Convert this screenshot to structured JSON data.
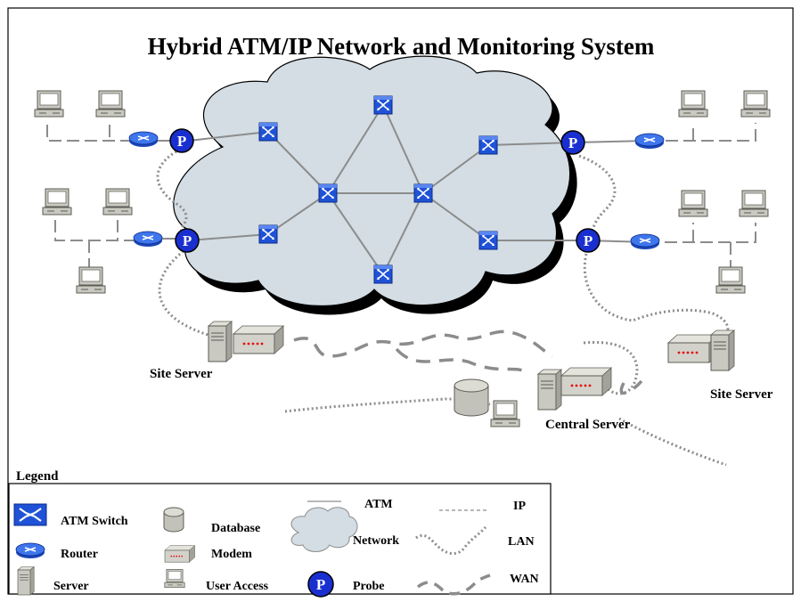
{
  "title": "Hybrid ATM/IP Network and Monitoring System",
  "labels": {
    "site_server_left": "Site Server",
    "site_server_right": "Site Server",
    "central_server": "Central Server",
    "probe_glyph": "P"
  },
  "legend": {
    "title": "Legend",
    "atm_switch": "ATM Switch",
    "router": "Router",
    "server": "Server",
    "database": "Database",
    "modem": "Modem",
    "user_access": "User Access",
    "network": "Network",
    "probe": "Probe",
    "atm": "ATM",
    "ip": "IP",
    "lan": "LAN",
    "wan": "WAN"
  },
  "colors": {
    "switch_blue": "#1f52d6",
    "probe_blue": "#1a2fd0",
    "cloud": "#d3dde3",
    "modem_red": "#e01010",
    "equipment": "#c9c9c1"
  }
}
